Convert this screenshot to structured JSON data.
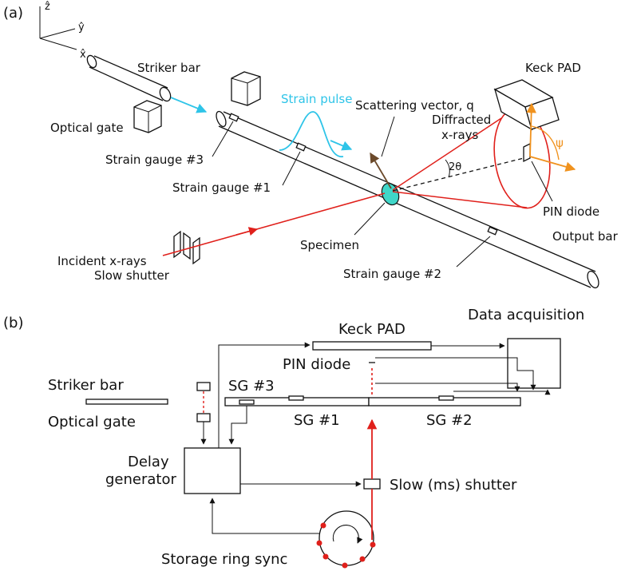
{
  "panel_a": {
    "panel_label": "(a)",
    "axes": {
      "z": "ẑ",
      "y": "ŷ",
      "x": "x̂"
    },
    "labels": {
      "striker_bar": "Striker bar",
      "optical_gate": "Optical gate",
      "strain_pulse": "Strain pulse",
      "scattering_vector": "Scattering vector, q",
      "keck_pad": "Keck PAD",
      "diffracted": "Diffracted",
      "xrays": "x-rays",
      "two_theta": "2θ",
      "psi": "ψ",
      "strain_gauge_3": "Strain gauge #3",
      "strain_gauge_1": "Strain gauge #1",
      "pin_diode": "PIN diode",
      "specimen": "Specimen",
      "output_bar": "Output bar",
      "incident_xrays": "Incident x-rays",
      "slow_shutter": "Slow shutter",
      "strain_gauge_2": "Strain gauge #2"
    }
  },
  "panel_b": {
    "panel_label": "(b)",
    "labels": {
      "keck_pad": "Keck PAD",
      "data_acquisition": "Data acquisition",
      "pin_diode": "PIN diode",
      "striker_bar": "Striker bar",
      "sg3": "SG #3",
      "sg1": "SG #1",
      "sg2": "SG #2",
      "optical_gate": "Optical gate",
      "delay": "Delay",
      "generator": "generator",
      "slow_ms_shutter": "Slow (ms) shutter",
      "storage_ring_sync": "Storage ring sync"
    }
  },
  "colors": {
    "xray_red": "#e0201b",
    "strain_cyan": "#2ec4e8",
    "specimen_cyan": "#3fd6c8",
    "angle_orange": "#f0921e",
    "line_black": "#111111"
  }
}
